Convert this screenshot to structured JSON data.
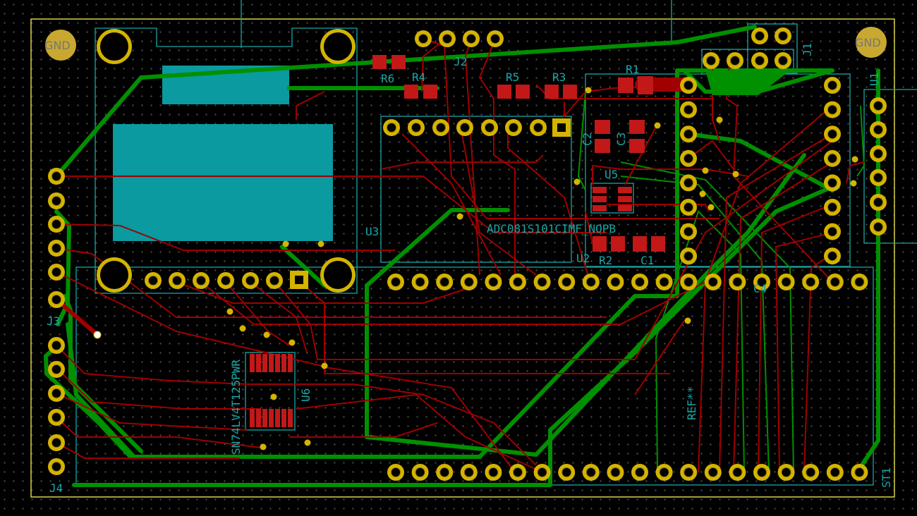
{
  "canvas": {
    "background": "#000000",
    "edge_cut_color": "#d4d44a",
    "silk_color": "#1aa6a6"
  },
  "colors": {
    "top_copper": "#b00000",
    "bottom_copper": "#009000",
    "pad_ring": "#d4b400",
    "pad_hole": "#ffffff",
    "smd_pad": "#c21818",
    "zone": "#0a9aa0"
  },
  "labels": {
    "j1": "J1",
    "j2": "J2",
    "j3": "J3",
    "j4": "J4",
    "r1": "R1",
    "r2": "R2",
    "r3": "R3",
    "r4": "R4",
    "r5": "R5",
    "r6": "R6",
    "c1": "C1",
    "c2": "C2",
    "c3": "C3",
    "c4": "C4",
    "u1": "U1",
    "u2": "U2",
    "u3": "U3",
    "u5": "U5",
    "u6": "U6",
    "st1": "ST1",
    "ref": "REF**",
    "adc": "ADC081S101CIMF_NOPB",
    "sn": "SN74LV4T125PWR",
    "gnd_left": "GND",
    "gnd_right": "GND"
  }
}
